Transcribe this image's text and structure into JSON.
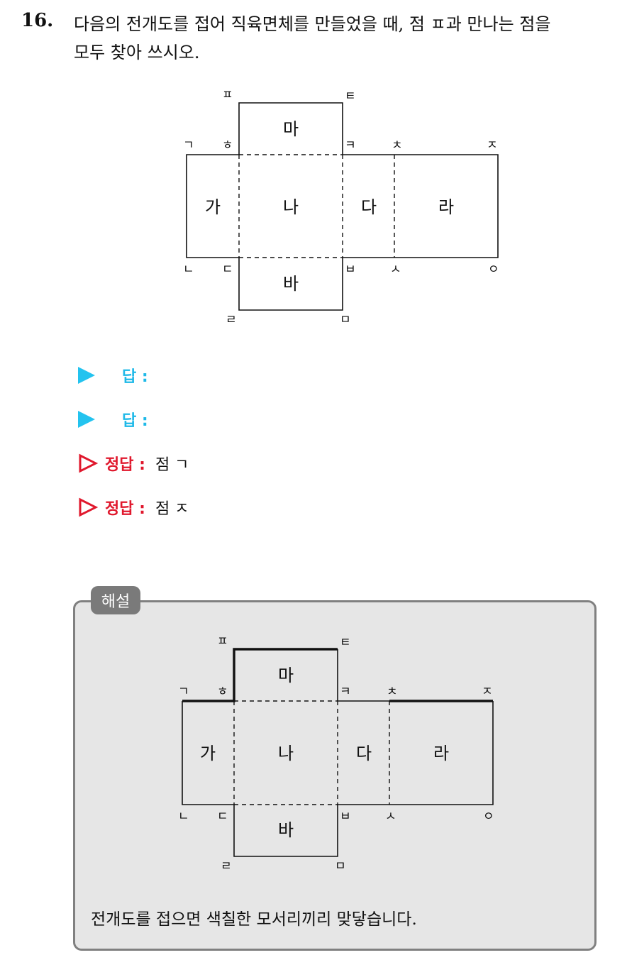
{
  "question": {
    "number": "16.",
    "line1": "다음의 전개도를 접어 직육면체를 만들었을 때, 점 ㅍ과 만나는 점을",
    "line2": "모두 찾아 쓰시오."
  },
  "net": {
    "vertices": {
      "p": "ㅍ",
      "t": "ㅌ",
      "g": "ㄱ",
      "h": "ㅎ",
      "k": "ㅋ",
      "ch": "ㅊ",
      "j": "ㅈ",
      "n": "ㄴ",
      "d": "ㄷ",
      "b": "ㅂ",
      "s": "ㅅ",
      "o": "ㅇ",
      "r": "ㄹ",
      "m": "ㅁ"
    },
    "faces": {
      "ma": "마",
      "ga": "가",
      "na": "나",
      "da": "다",
      "ra": "라",
      "ba": "바"
    }
  },
  "answers": [
    {
      "label": "답 :",
      "value": ""
    },
    {
      "label": "답 :",
      "value": ""
    }
  ],
  "correct": [
    {
      "label": "정답 :",
      "value": "점 ㄱ"
    },
    {
      "label": "정답 :",
      "value": "점 ㅈ"
    }
  ],
  "explanation": {
    "tag": "해설",
    "text": "전개도를 접으면 색칠한 모서리끼리 맞닿습니다."
  },
  "colors": {
    "answer_blue": "#1fb9e8",
    "correct_red": "#e0182d",
    "explanation_bg": "#e6e6e6",
    "explanation_border": "#808080"
  }
}
